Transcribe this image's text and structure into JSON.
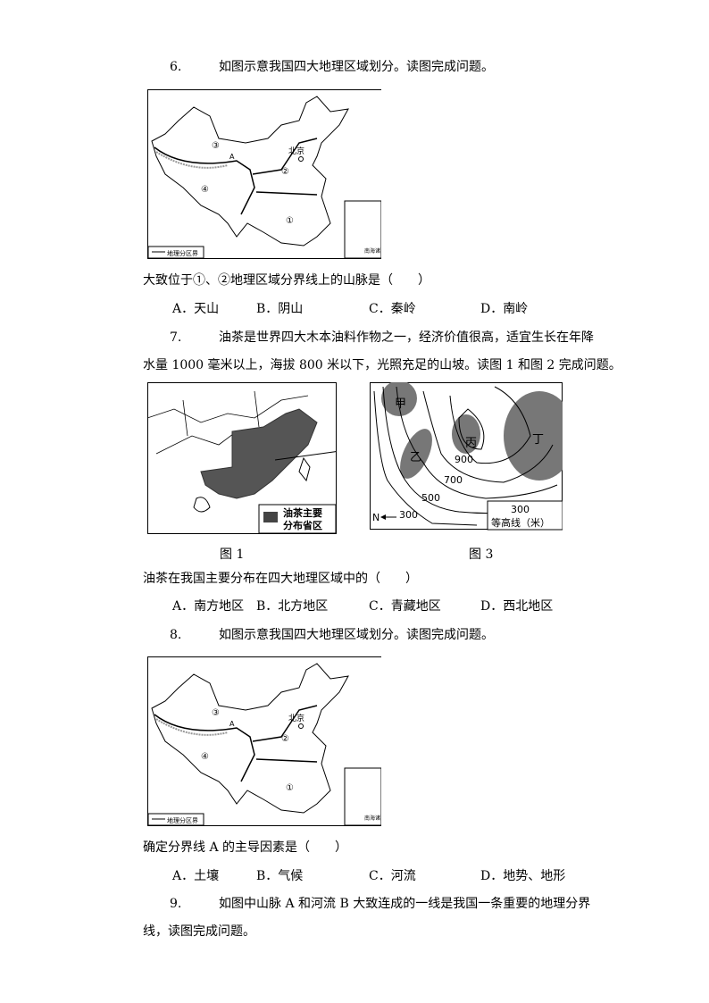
{
  "q6": {
    "number": "6.",
    "stem": "如图示意我国四大地理区域划分。读图完成问题。",
    "map": {
      "labels": [
        "③",
        "北京",
        "②",
        "④",
        "①",
        "A"
      ],
      "legend": "地理分区界",
      "inset": "南海诸岛"
    },
    "question": "大致位于①、②地理区域分界线上的山脉是（　　）",
    "options": [
      "A．天山",
      "B．阴山",
      "C．秦岭",
      "D．南岭"
    ]
  },
  "q7": {
    "number": "7.",
    "stem_line1": "油茶是世界四大木本油料作物之一，经济价值很高，适宜生长在年降",
    "stem_line2": "水量 1000 毫米以上，海拔 800 米以下，光照充足的山坡。读图 1 和图 2 完成问题。",
    "fig1": {
      "legend": [
        "油茶主要",
        "分布省区"
      ],
      "caption": "图 1"
    },
    "fig3": {
      "labels": [
        "甲",
        "乙",
        "丙",
        "丁"
      ],
      "contours": [
        "900",
        "700",
        "500",
        "300"
      ],
      "north": "N",
      "legend_value": "300",
      "legend_text": "等高线（米）",
      "caption": "图 3"
    },
    "question": "油茶在我国主要分布在四大地理区域中的（　　）",
    "options": [
      "A．南方地区",
      "B．北方地区",
      "C．青藏地区",
      "D．西北地区"
    ]
  },
  "q8": {
    "number": "8.",
    "stem": "如图示意我国四大地理区域划分。读图完成问题。",
    "question": "确定分界线 A 的主导因素是（　　）",
    "options": [
      "A．土壤",
      "B．气候",
      "C．河流",
      "D．地势、地形"
    ]
  },
  "q9": {
    "number": "9.",
    "stem_line1": "如图中山脉 A 和河流 B 大致连成的一线是我国一条重要的地理分界",
    "stem_line2": "线，读图完成问题。"
  }
}
